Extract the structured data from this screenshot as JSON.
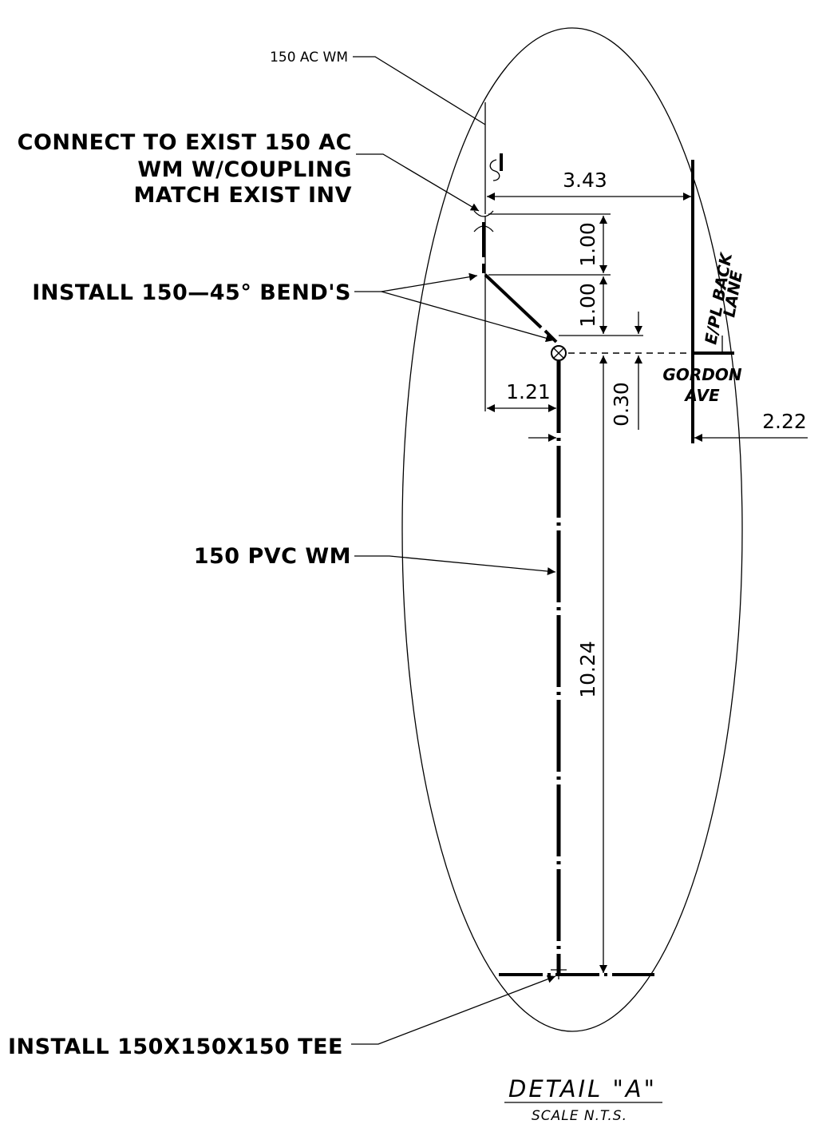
{
  "title": "DETAIL \"A\"",
  "scale": "SCALE N.T.S.",
  "labels": {
    "existing_main": "150 AC WM",
    "connect_line1": "CONNECT TO EXIST 150 AC",
    "connect_line2": "WM W/COUPLING",
    "connect_line3": "MATCH EXIST INV",
    "bends": "INSTALL 150—45° BEND'S",
    "pvc_main": "150 PVC WM",
    "tee": "INSTALL 150X150X150 TEE",
    "back_lane": "E/PL BACK",
    "back_lane2": "LANE",
    "street1": "GORDON",
    "street2": "AVE"
  },
  "dimensions": {
    "top_width": "3.43",
    "upper_vertical": "1.00",
    "lower_vertical": "1.00",
    "offset": "1.21",
    "small_offset": "0.30",
    "long_vertical": "10.24",
    "right_offset": "2.22"
  }
}
